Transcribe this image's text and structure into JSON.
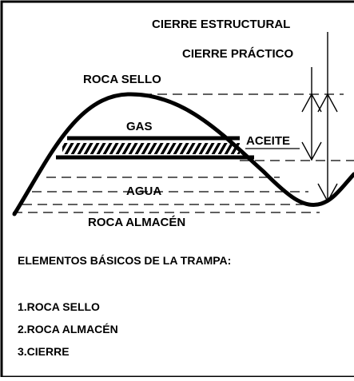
{
  "diagram": {
    "labels": {
      "structural_closure": "CIERRE ESTRUCTURAL",
      "practical_closure": "CIERRE PRÁCTICO",
      "seal_rock": "ROCA SELLO",
      "gas": "GAS",
      "oil": "ACEITE",
      "water": "AGUA",
      "reservoir_rock": "ROCA ALMACÉN"
    },
    "legend": {
      "title": "ELEMENTOS BÁSICOS DE LA TRAMPA:",
      "items": [
        "1.ROCA SELLO",
        "2.ROCA ALMACÉN",
        "3.CIERRE"
      ]
    },
    "colors": {
      "line": "#000000",
      "background": "#ffffff"
    }
  }
}
